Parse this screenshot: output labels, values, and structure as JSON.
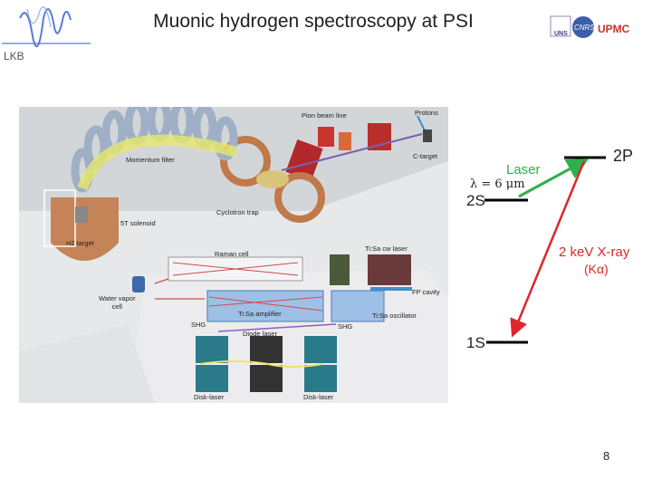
{
  "slide": {
    "title": "Muonic hydrogen spectroscopy at PSI",
    "lab_logo_text": "LKB",
    "logos": [
      "UNS",
      "CNRS",
      "UPMC"
    ],
    "number": "8"
  },
  "setup_labels": {
    "protons": "Protons",
    "pion_beam_line": "Pion beam line",
    "c_target": "C-target",
    "momentum_filter": "Momentum filter",
    "cyclotron_trap": "Cyclotron trap",
    "st_solenoid": "5T solenoid",
    "h2_target": "H2 target",
    "raman_cell": "Raman cell",
    "tisa_cw_laser": "Ti:Sa cw laser",
    "fp_cavity": "FP cavity",
    "water_vapor_cell": "Water vapor\ncell",
    "tisa_amplifier": "Ti:Sa amplifier",
    "tisa_oscillator": "Ti:Sa oscillator",
    "shg_left": "SHG",
    "shg_right": "SHG",
    "diode_laser": "Diode laser",
    "disk_laser_left": "Disk-laser",
    "disk_laser_right": "Disk-laser"
  },
  "energy_levels": {
    "level_2p": "2P",
    "level_2s": "2S",
    "level_1s": "1S",
    "laser": "Laser",
    "wavelength": "λ = 6 μm",
    "xray": "2 keV X-ray",
    "k_alpha": "(Kα)"
  },
  "colors": {
    "laser_arrow": "#2eb04a",
    "xray_arrow": "#e0262a",
    "laser_text": "#2eb04a",
    "xray_text": "#e0262a",
    "lkb_accent": "#5a7bd1"
  }
}
